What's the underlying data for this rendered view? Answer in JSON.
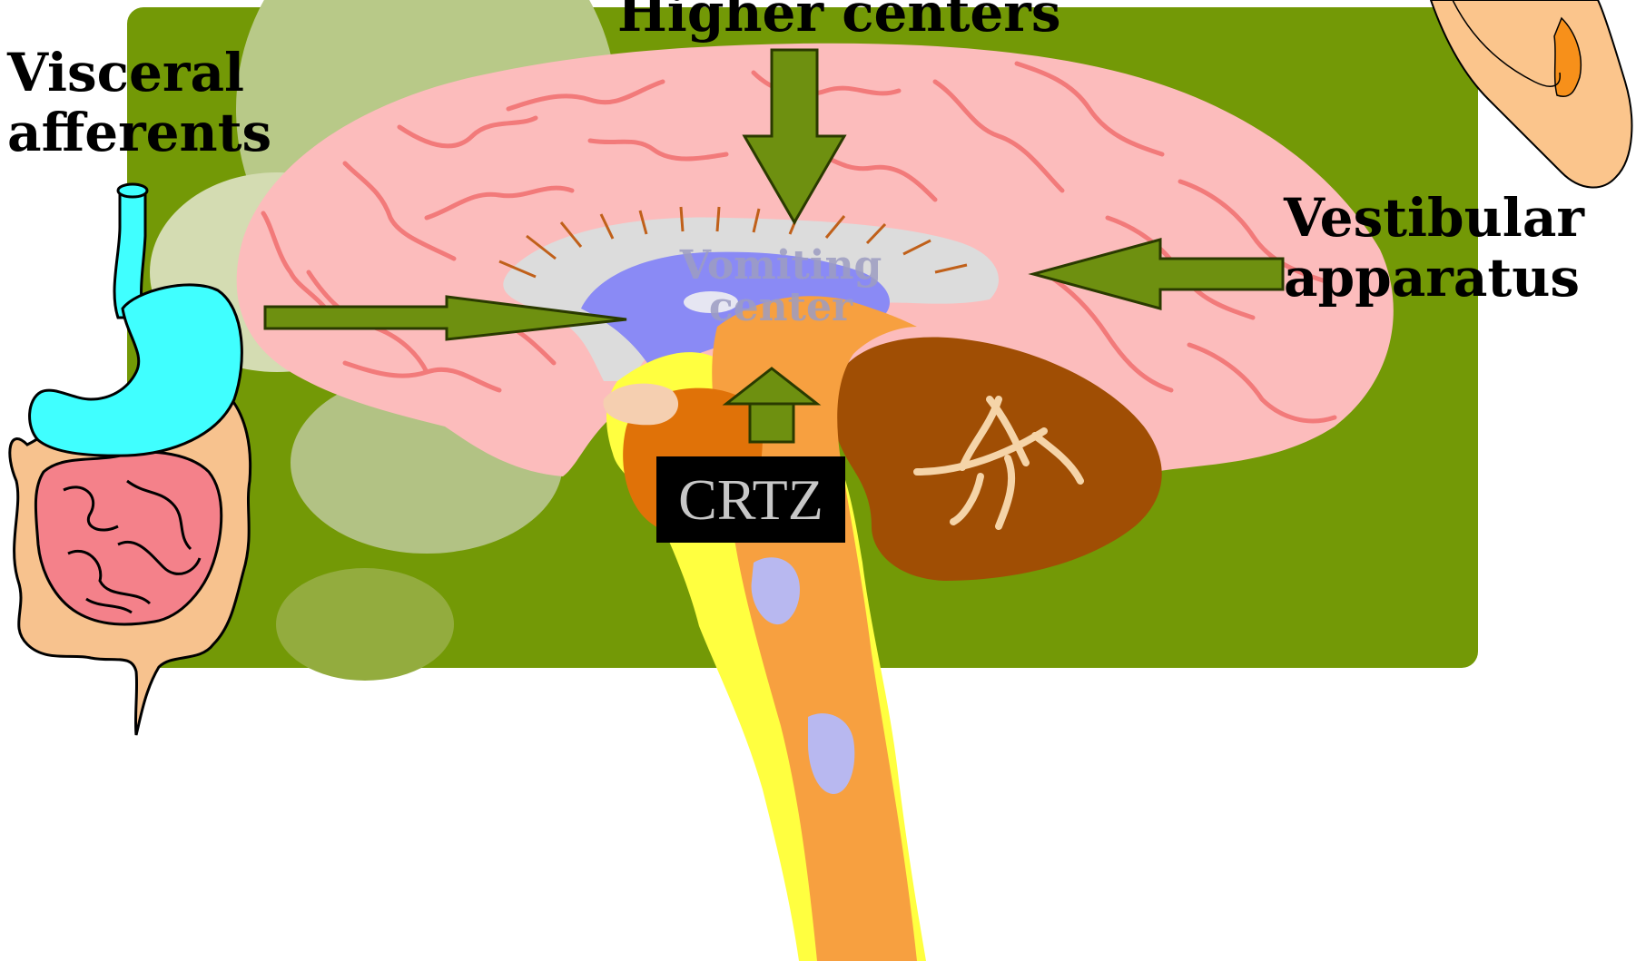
{
  "labels": {
    "higher_centers": "Higher centers",
    "visceral_line1": "Visceral",
    "visceral_line2": "afferents",
    "vestibular_line1": "Vestibular",
    "vestibular_line2": "apparatus",
    "vomiting_line1": "Vomiting",
    "vomiting_line2": "center",
    "crtz": "CRTZ"
  },
  "colors": {
    "background_panel": "#739906",
    "arrow_fill": "#6e9010",
    "brain_pink": "#fcbcbc",
    "gyri_lines": "#f27a7a",
    "vomiting_center": "#8a8af5",
    "cerebellum": "#a04e04",
    "brainstem_orange": "#f7a040",
    "brainstem_yellow": "#ffff40",
    "stomach_cyan": "#40ffff",
    "intestine_pink": "#f4818a",
    "colon_tan": "#f7c28e",
    "ear_skin": "#fbc58c"
  }
}
